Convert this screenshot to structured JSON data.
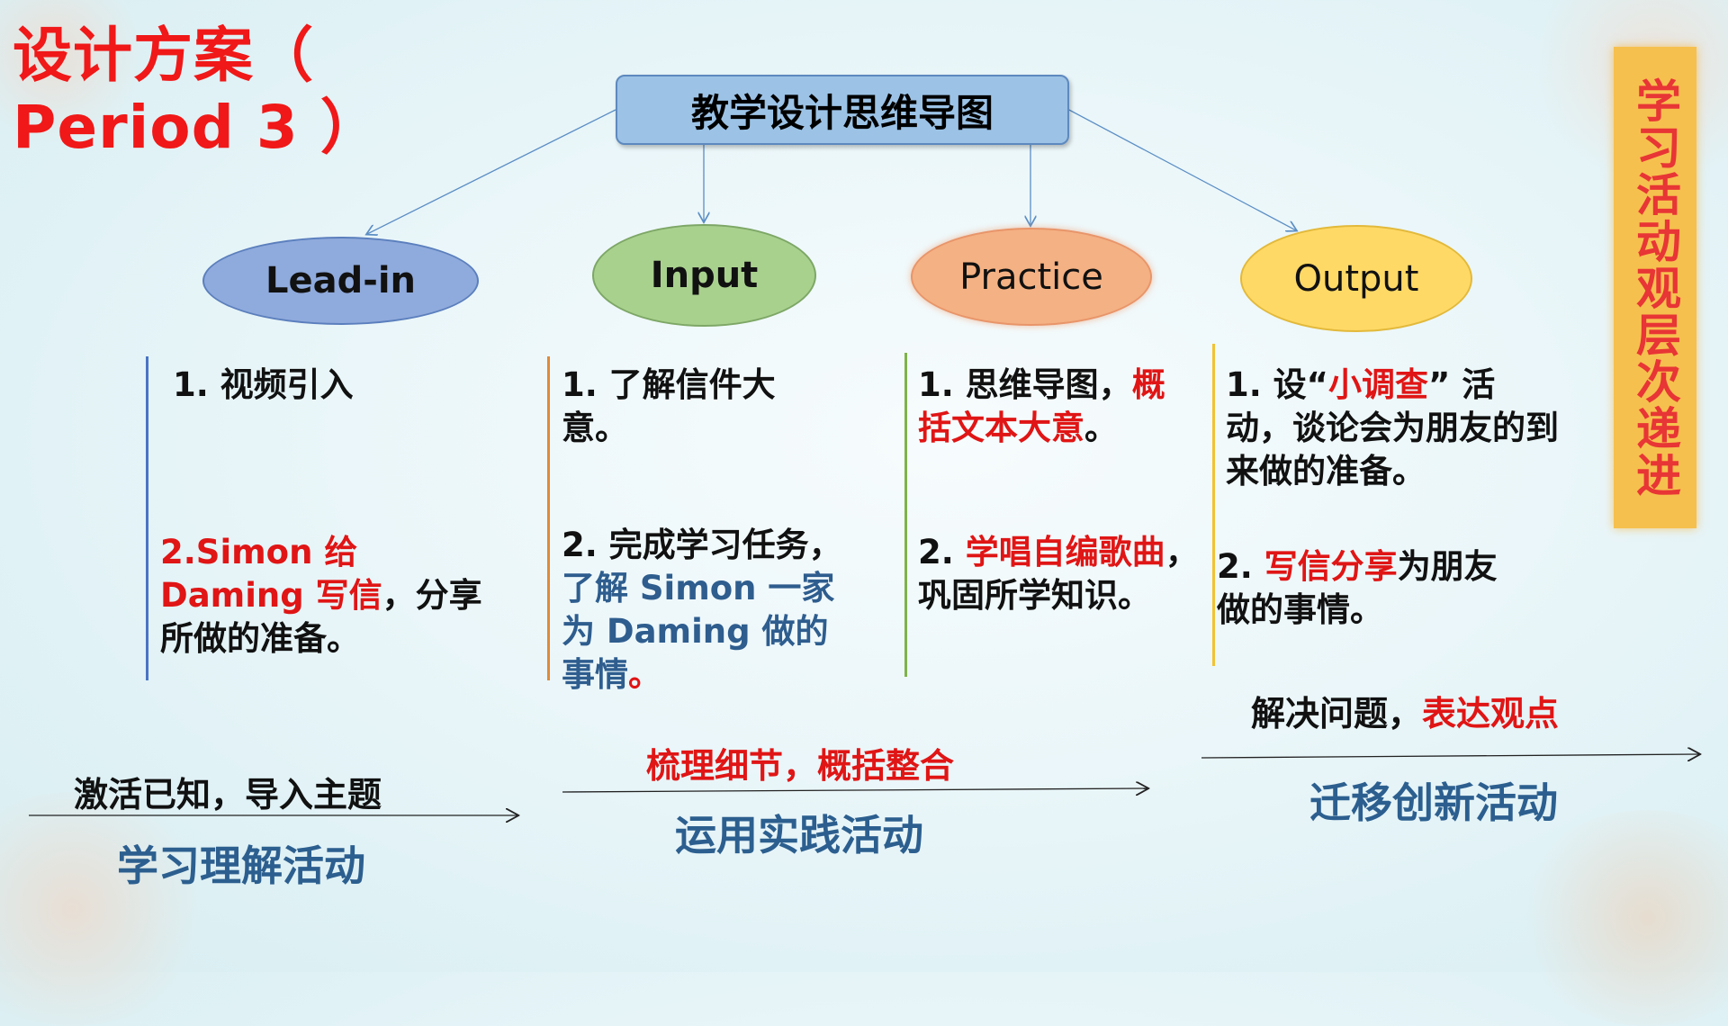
{
  "title": "设计方案（ Period 3 ）",
  "center_node": "教学设计思维导图",
  "stages": [
    {
      "id": "lead-in",
      "label": "Lead-in",
      "color": "#8faadc",
      "item1": "1. 视频引入",
      "item2_red": "2.Simon  给 Daming 写信",
      "item2_black": "，分享所做的准备。"
    },
    {
      "id": "input",
      "label": "Input",
      "color": "#a9d18e",
      "item1": "1. 了解信件大意。",
      "item2_black": "2. 完成学习任务，",
      "item2_blue": "了解 Simon 一家为 Daming 做的事情",
      "item2_red": "。"
    },
    {
      "id": "practice",
      "label": "Practice",
      "color": "#f4b183",
      "item1_black": "1. 思维导图，",
      "item1_red": "概括文本大意",
      "item1_end": "。",
      "item2_prefix": "2. ",
      "item2_red": "学唱自编歌曲",
      "item2_black": "，巩固所学知识。"
    },
    {
      "id": "output",
      "label": "Output",
      "color": "#ffd966",
      "item1_a": "1. 设“",
      "item1_red": "小调查",
      "item1_b": "”  活动，谈论会为朋友的到来做的准备。",
      "item2_prefix": "2. ",
      "item2_red": "写信分享",
      "item2_black": "为朋友做的事情。"
    }
  ],
  "activities": [
    {
      "summary": "激活已知，导入主题",
      "name": "学习理解活动"
    },
    {
      "summary": "梳理细节，概括整合",
      "name": "运用实践活动"
    },
    {
      "summary_black": "解决问题，",
      "summary_red": "表达观点",
      "name": "迁移创新活动"
    }
  ],
  "side_banner": "学习活动观层次递进",
  "colors": {
    "title": "#f01818",
    "accent_red": "#e01515",
    "accent_blue": "#2e5d8e",
    "banner": "#f6c04e"
  }
}
